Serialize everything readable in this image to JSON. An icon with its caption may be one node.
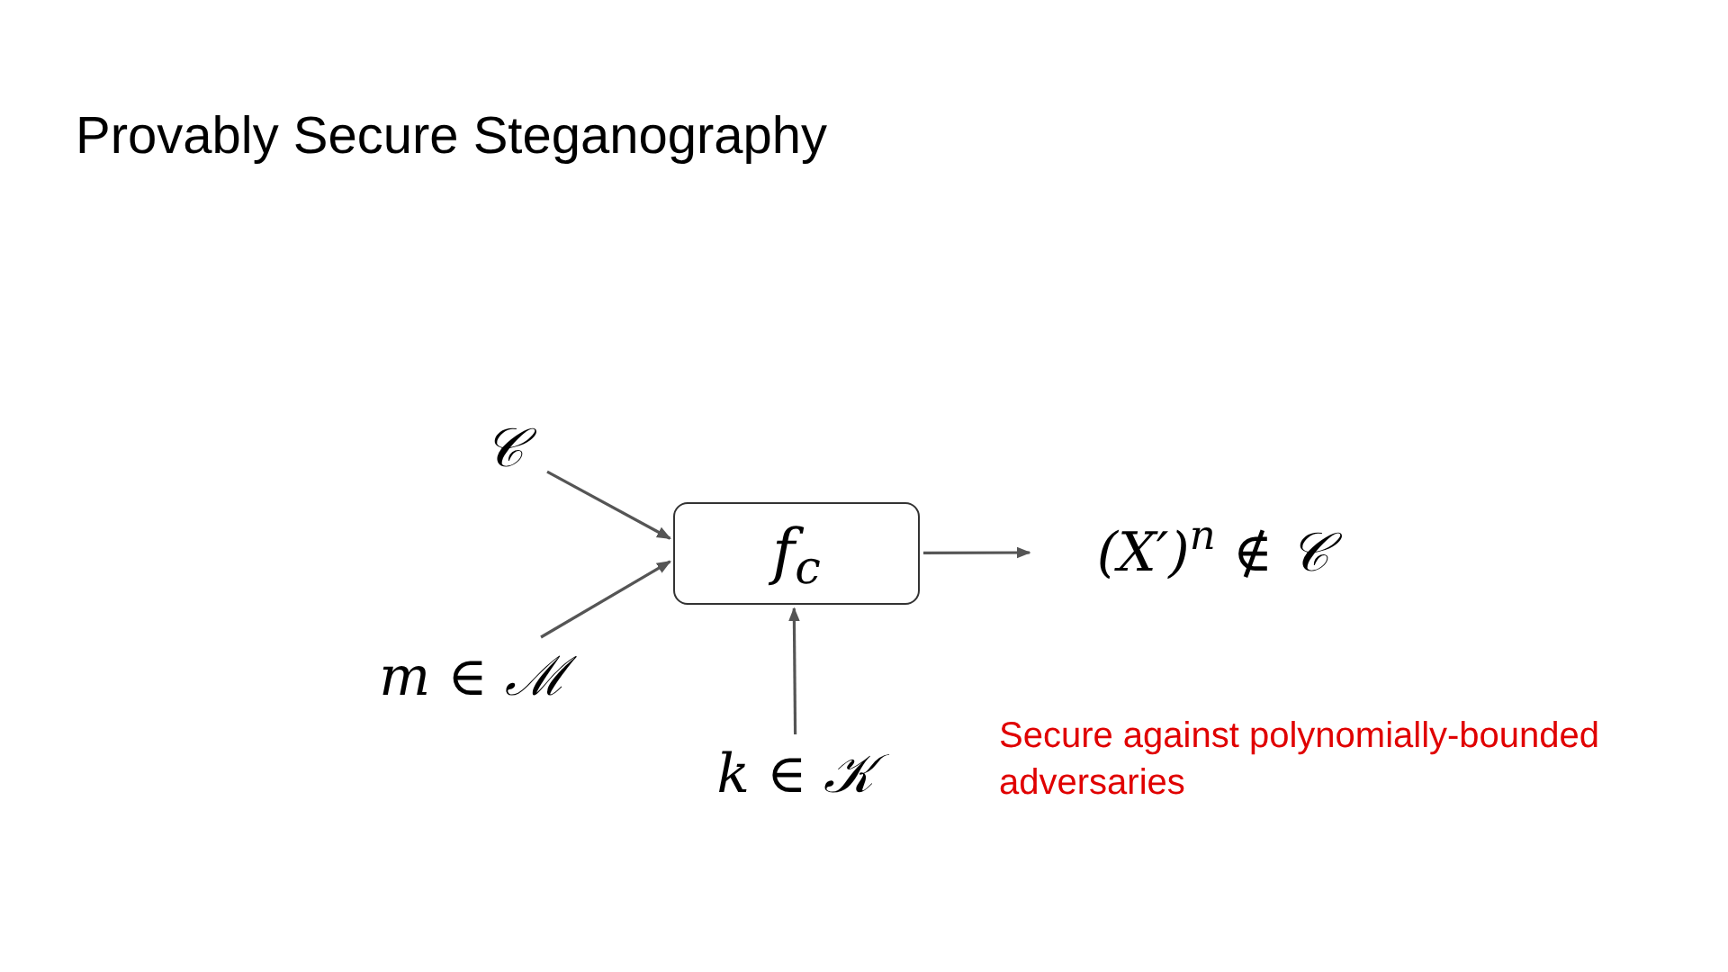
{
  "diagram": {
    "title": "Provably Secure Steganography",
    "nodes": [
      {
        "text": [
          "𝒞"
        ]
      },
      {
        "text": [
          "m ∈ ℳ"
        ]
      },
      {
        "text": [
          "f$_{c}$"
        ]
      },
      {
        "text": [
          "k ∈ 𝒦"
        ]
      },
      {
        "text": [
          "(X′)$^{n}$ ∉ 𝒞"
        ]
      }
    ],
    "edges": [
      {
        "from": 0,
        "to": 2,
        "arrow": "to"
      },
      {
        "from": 1,
        "to": 2,
        "arrow": "to"
      },
      {
        "from": 3,
        "to": 2,
        "arrow": "to"
      },
      {
        "from": 2,
        "to": 4,
        "arrow": "to"
      }
    ],
    "labels": [
      "Secure against polynomially-bounded adversaries"
    ]
  }
}
